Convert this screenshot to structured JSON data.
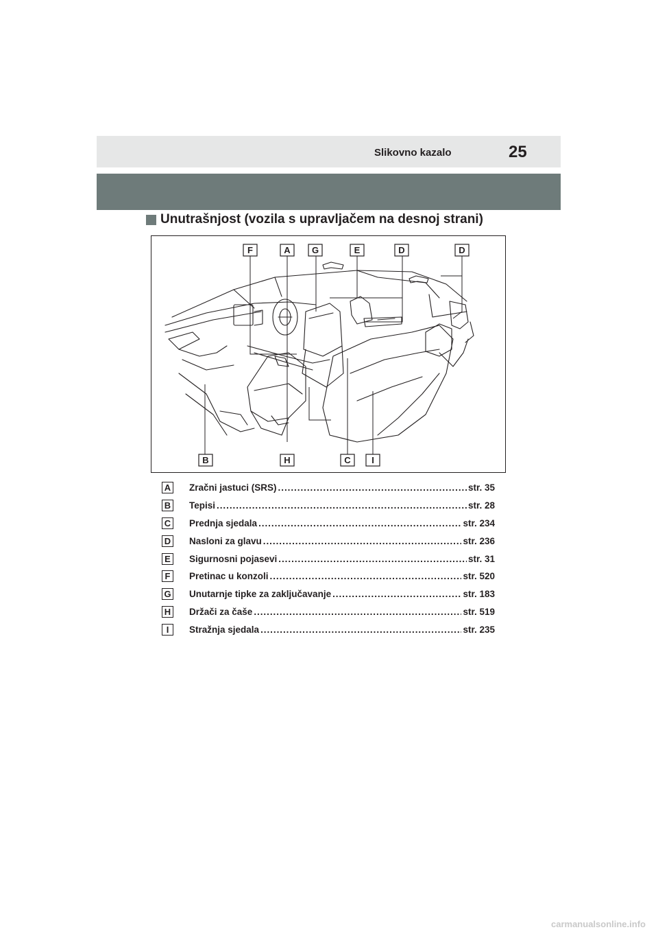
{
  "header": {
    "section_title": "Slikovno kazalo",
    "page_number": "25"
  },
  "subheading": "Unutrašnjost (vozila s upravljačem na desnoj strani)",
  "figure": {
    "callouts": {
      "top": [
        "F",
        "A",
        "G",
        "E",
        "D",
        "D"
      ],
      "bottom": [
        "B",
        "H",
        "C",
        "I"
      ]
    }
  },
  "legend": [
    {
      "letter": "A",
      "label": "Zračni jastuci (SRS)",
      "page": "str. 35"
    },
    {
      "letter": "B",
      "label": "Tepisi",
      "page": "str. 28"
    },
    {
      "letter": "C",
      "label": "Prednja sjedala",
      "page": "str. 234"
    },
    {
      "letter": "D",
      "label": "Nasloni za glavu",
      "page": "str. 236"
    },
    {
      "letter": "E",
      "label": "Sigurnosni pojasevi",
      "page": "str. 31"
    },
    {
      "letter": "F",
      "label": "Pretinac u konzoli",
      "page": "str. 520"
    },
    {
      "letter": "G",
      "label": "Unutarnje tipke za zaključavanje",
      "page": "str. 183"
    },
    {
      "letter": "H",
      "label": "Držači za čaše",
      "page": "str. 519"
    },
    {
      "letter": "I",
      "label": "Stražnja sjedala",
      "page": "str. 235"
    }
  ],
  "footer": "carmanualsonline.info",
  "colors": {
    "header_light": "#e6e7e7",
    "header_dark": "#6e7b7a",
    "text": "#231f20"
  }
}
